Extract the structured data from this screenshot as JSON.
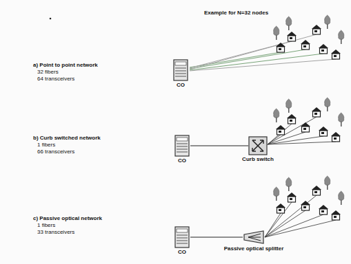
{
  "diagram": {
    "title": "Example for N=32 nodes",
    "nodes": [
      {
        "text": [
          "CO"
        ]
      },
      {
        "text": [
          "CO"
        ]
      },
      {
        "text": [
          "Curb switch"
        ]
      },
      {
        "text": [
          "CO"
        ]
      },
      {
        "text": [
          "Passive optical splitter"
        ]
      }
    ],
    "edges": [
      {
        "from": 1,
        "to": 2,
        "arrow": "none"
      },
      {
        "from": 3,
        "to": 4,
        "arrow": "none"
      }
    ],
    "labels": [
      "a) Point to point network",
      "32 fibers",
      "64 transceivers",
      "b) Curb switched network",
      "1 fibers",
      "66 transceivers",
      "c) Passive optical network",
      "1 fibers",
      "33 transceivers"
    ]
  }
}
